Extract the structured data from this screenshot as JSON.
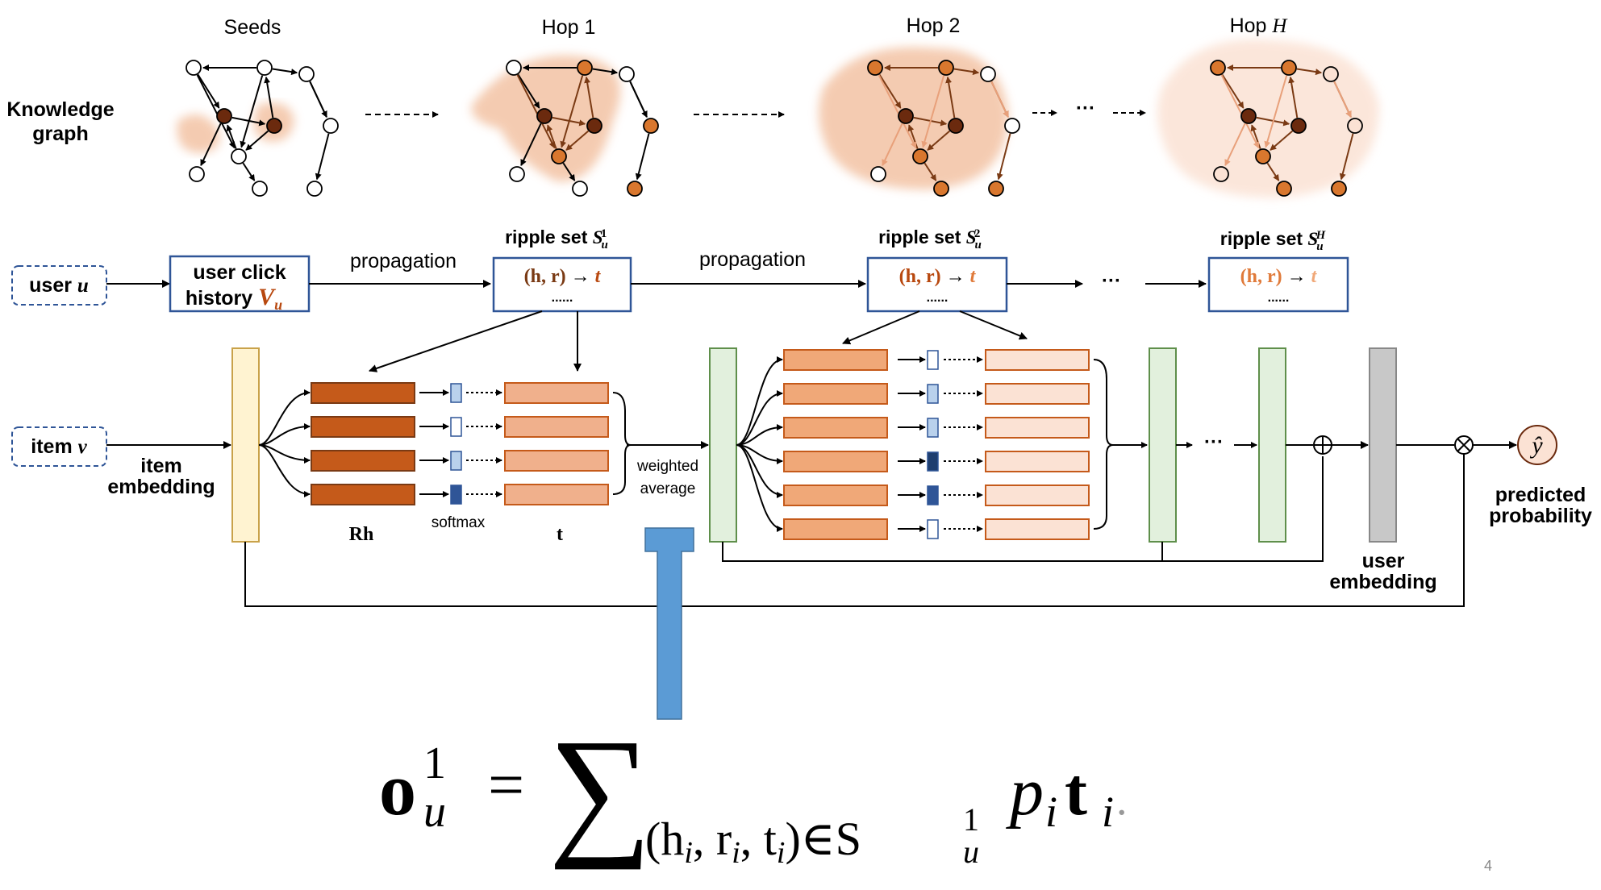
{
  "colors": {
    "dark_brown": "#6b2a0e",
    "rust": "#c55a1a",
    "orange": "#d9772e",
    "peach": "#f0b08c",
    "light_peach": "#fbe2d4",
    "halo": "#f3c3a4",
    "yellow_box": "#fff3d1",
    "yellow_border": "#c9a24a",
    "green_box": "#e2f0dd",
    "green_border": "#5f8f4b",
    "gray_box": "#c8c8c8",
    "blue_box": "#2f5597",
    "big_arrow": "#5b9bd5",
    "tag_border": "#2f5597"
  },
  "kg": {
    "row_label_1": "Knowledge",
    "row_label_2": "graph",
    "seeds": "Seeds",
    "hop1": "Hop 1",
    "hop2": "Hop 2",
    "hopH_prefix": "Hop ",
    "hopH_var": "H",
    "ellipsis": "···"
  },
  "flow": {
    "user_label": "user ",
    "user_var": "u",
    "click_history_1": "user click",
    "click_history_2": "history ",
    "click_history_var": "V",
    "click_history_sub": "u",
    "propagation_1": "propagation",
    "propagation_2": "propagation",
    "ripple_prefix": "ripple set ",
    "ripple_S": "S",
    "ripple_sub": "u",
    "ripple_sup_1": "1",
    "ripple_sup_2": "2",
    "ripple_sup_H": "H",
    "triple_hr": "(h, r)",
    "triple_arrow": " → ",
    "triple_t": "t",
    "dots": "......",
    "ellipsis": "···"
  },
  "model": {
    "item_label": "item ",
    "item_var": "v",
    "item_embedding_1": "item",
    "item_embedding_2": "embedding",
    "rh": "Rh",
    "softmax": "softmax",
    "t": "t",
    "weighted_1": "weighted",
    "weighted_2": "average",
    "user_embedding_1": "user",
    "user_embedding_2": "embedding",
    "predicted_1": "predicted",
    "predicted_2": "probability",
    "y_hat": "ŷ",
    "ellipsis": "···"
  },
  "formula": {
    "o": "o",
    "sup": "1",
    "sub": "u",
    "equals": "=",
    "sigma": "∑",
    "range": "(h",
    "i1": "i",
    "r": ", r",
    "i2": "i",
    "tt": ", t",
    "i3": "i",
    "close": ")∈S",
    "range_sup": "1",
    "range_sub": "u",
    "p": "p",
    "pi": "i",
    "tb": "t",
    "ti": "i",
    "trail": "."
  },
  "page_number": "4"
}
